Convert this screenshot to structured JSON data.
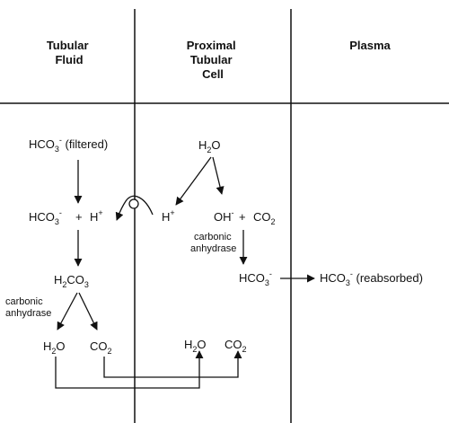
{
  "headers": {
    "tubular_fluid": [
      "Tubular",
      "Fluid"
    ],
    "proximal_cell": [
      "Proximal",
      "Tubular",
      "Cell"
    ],
    "plasma": [
      "Plasma"
    ]
  },
  "tubular": {
    "hco3_filtered": {
      "base": "HCO",
      "sub": "3",
      "sup": "-",
      "tail": " (filtered)"
    },
    "hco3": {
      "base": "HCO",
      "sub": "3",
      "sup": "-"
    },
    "plus": "+",
    "h": {
      "base": "H",
      "sup": "+"
    },
    "h2co3": {
      "p1": "H",
      "s1": "2",
      "p2": "CO",
      "s2": "3"
    },
    "enzyme": [
      "carbonic",
      "anhydrase"
    ],
    "h2o": {
      "p1": "H",
      "s1": "2",
      "p2": "O"
    },
    "co2": {
      "p1": "CO",
      "s1": "2"
    }
  },
  "cell": {
    "h2o_top": {
      "p1": "H",
      "s1": "2",
      "p2": "O"
    },
    "h": {
      "base": "H",
      "sup": "+"
    },
    "oh": {
      "base": "OH",
      "sup": "-"
    },
    "plus": "+",
    "co2": {
      "p1": "CO",
      "s1": "2"
    },
    "enzyme": [
      "carbonic",
      "anhydrase"
    ],
    "hco3": {
      "base": "HCO",
      "sub": "3",
      "sup": "-"
    },
    "h2o_bottom": {
      "p1": "H",
      "s1": "2",
      "p2": "O"
    },
    "co2_bottom": {
      "p1": "CO",
      "s1": "2"
    }
  },
  "plasma": {
    "hco3_reabsorbed": {
      "base": "HCO",
      "sub": "3",
      "sup": "-",
      "tail": " (reabsorbed)"
    }
  }
}
